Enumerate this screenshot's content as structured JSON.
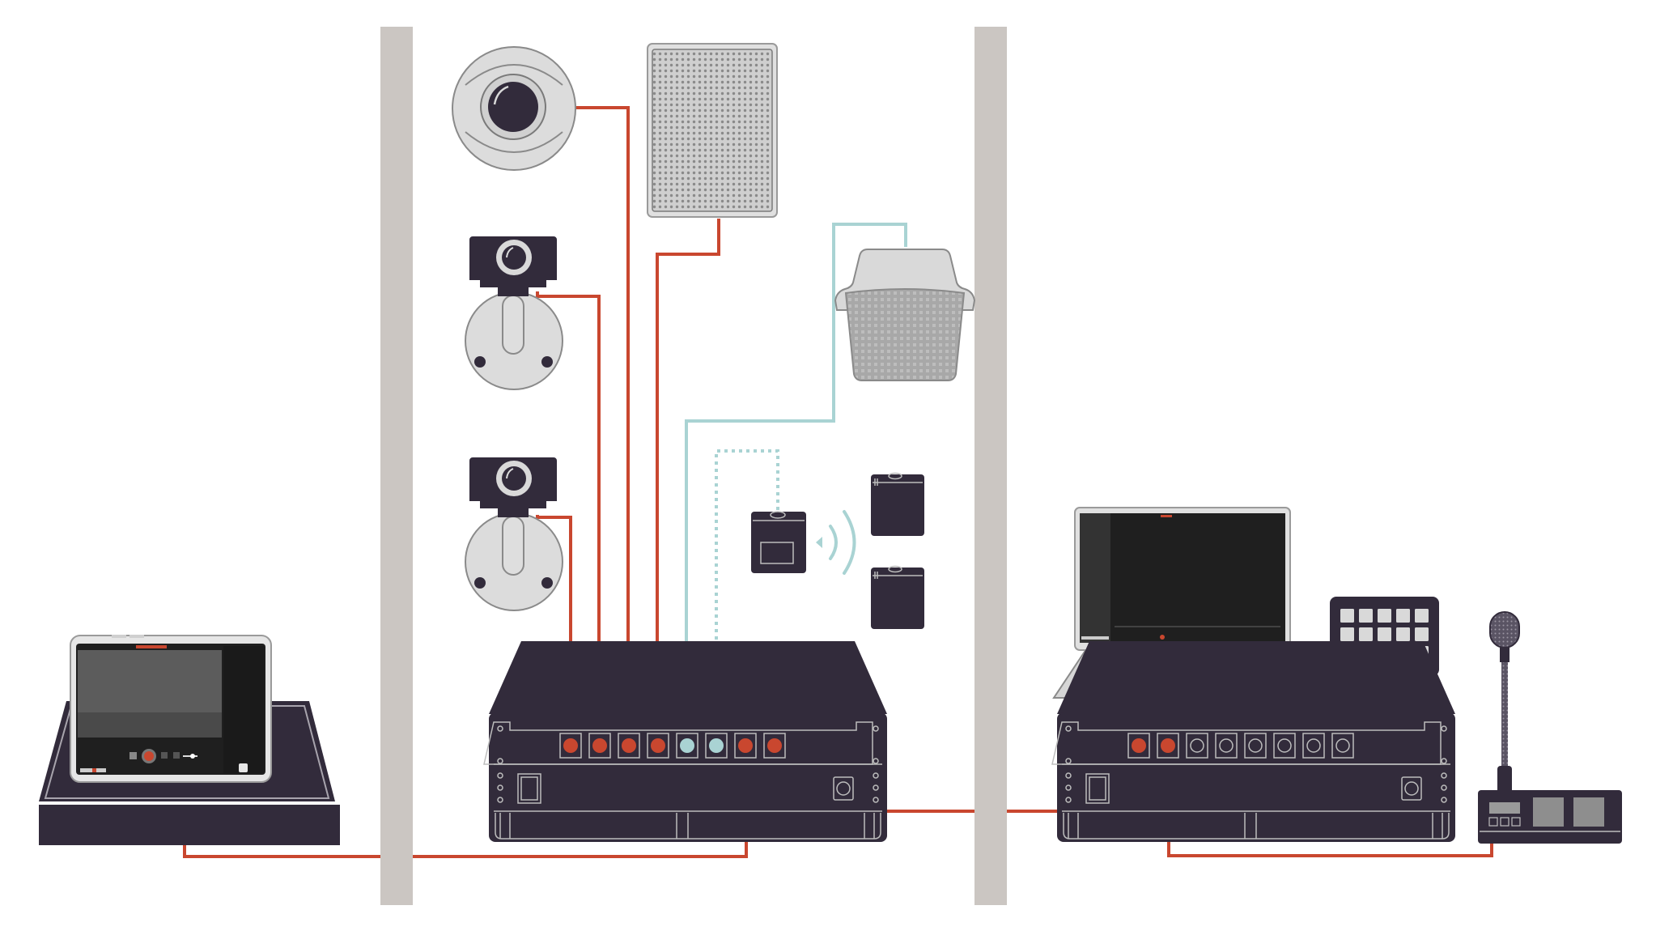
{
  "diagram": {
    "type": "network-topology",
    "colors": {
      "background": "#ffffff",
      "device_dark": "#322b3b",
      "device_light": "#d9d9d9",
      "device_outline": "#bdbdbd",
      "wall": "#cbc6c2",
      "cable_wired": "#c9472f",
      "cable_wireless": "#a9d3d3",
      "screen": "#1f1f1f",
      "screen_grey": "#5c5c5c"
    },
    "walls": [
      {
        "id": "wall-left"
      },
      {
        "id": "wall-right"
      }
    ],
    "devices": [
      {
        "id": "tablet-console",
        "kind": "tablet-on-base",
        "icon": "tablet-icon"
      },
      {
        "id": "dome-camera",
        "kind": "dome-camera",
        "icon": "dome-camera-icon"
      },
      {
        "id": "bullet-camera-1",
        "kind": "wall-camera",
        "icon": "camera-icon"
      },
      {
        "id": "bullet-camera-2",
        "kind": "wall-camera",
        "icon": "camera-icon"
      },
      {
        "id": "ceiling-speaker",
        "kind": "grille-speaker",
        "icon": "speaker-icon"
      },
      {
        "id": "horn-speaker",
        "kind": "pendant-speaker",
        "icon": "horn-speaker-icon"
      },
      {
        "id": "wireless-transmitter",
        "kind": "wireless-base",
        "icon": "transmitter-icon"
      },
      {
        "id": "beltpack-1",
        "kind": "beltpack",
        "icon": "beltpack-icon"
      },
      {
        "id": "beltpack-2",
        "kind": "beltpack",
        "icon": "beltpack-icon"
      },
      {
        "id": "main-switch",
        "kind": "rack-switch",
        "ports": 8,
        "icon": "network-switch-icon"
      },
      {
        "id": "laptop",
        "kind": "laptop",
        "icon": "laptop-icon"
      },
      {
        "id": "keypad",
        "kind": "button-panel",
        "buttons": 15,
        "icon": "keypad-icon"
      },
      {
        "id": "remote-switch",
        "kind": "rack-switch",
        "ports": 8,
        "icon": "network-switch-icon"
      },
      {
        "id": "paging-mic",
        "kind": "gooseneck-microphone",
        "icon": "microphone-icon"
      }
    ],
    "connections": [
      {
        "from": "dome-camera",
        "to": "main-switch",
        "port": 3,
        "type": "wired"
      },
      {
        "from": "bullet-camera-1",
        "to": "main-switch",
        "port": 2,
        "type": "wired"
      },
      {
        "from": "bullet-camera-2",
        "to": "main-switch",
        "port": 1,
        "type": "wired"
      },
      {
        "from": "ceiling-speaker",
        "to": "main-switch",
        "port": 4,
        "type": "wired"
      },
      {
        "from": "horn-speaker",
        "to": "main-switch",
        "port": 5,
        "type": "wired-alt"
      },
      {
        "from": "wireless-transmitter",
        "to": "main-switch",
        "port": 6,
        "type": "wired-alt-dotted"
      },
      {
        "from": "wireless-transmitter",
        "to": "beltpack-1",
        "type": "wireless"
      },
      {
        "from": "wireless-transmitter",
        "to": "beltpack-2",
        "type": "wireless"
      },
      {
        "from": "tablet-console",
        "to": "main-switch",
        "port": 7,
        "type": "wired"
      },
      {
        "from": "main-switch",
        "to": "remote-switch",
        "port": 8,
        "remote_port": 1,
        "type": "wired"
      },
      {
        "from": "paging-mic",
        "to": "remote-switch",
        "port": 2,
        "type": "wired"
      }
    ]
  }
}
